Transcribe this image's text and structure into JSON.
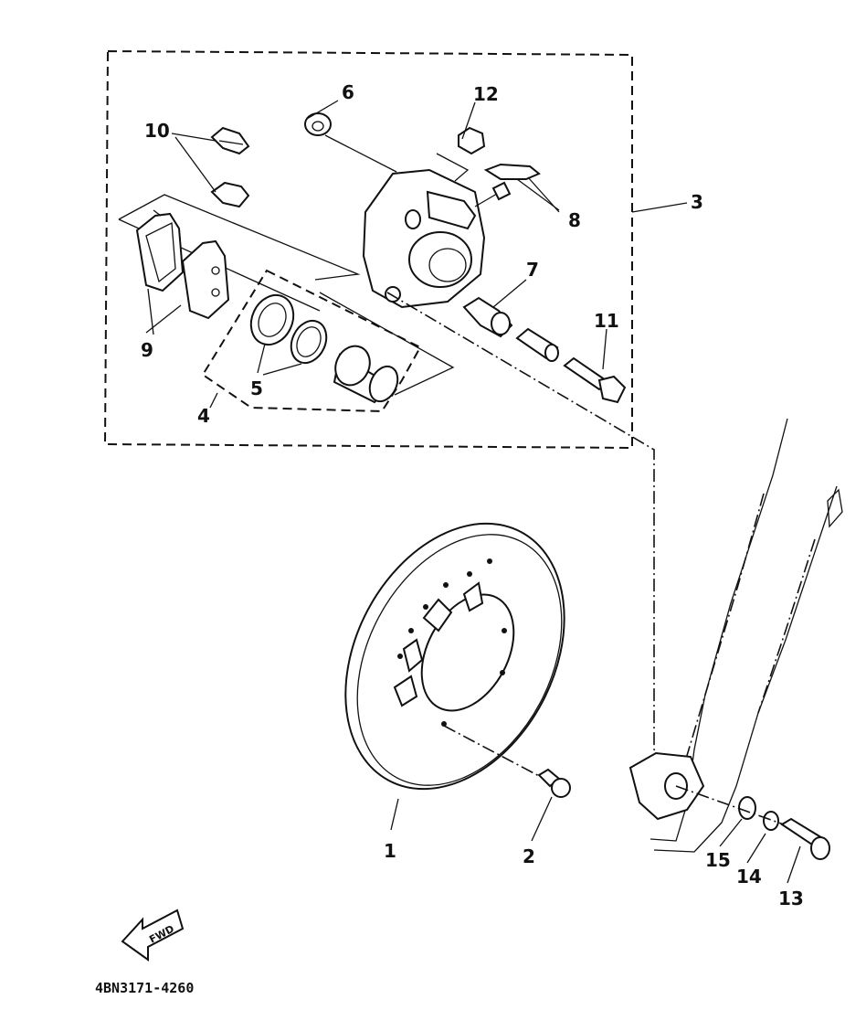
{
  "diagram": {
    "part_code": "4BN3171-4260",
    "fwd_arrow_text": "FWD",
    "callouts": [
      "1",
      "2",
      "3",
      "4",
      "5",
      "6",
      "7",
      "8",
      "9",
      "10",
      "11",
      "12",
      "13",
      "14",
      "15"
    ]
  }
}
